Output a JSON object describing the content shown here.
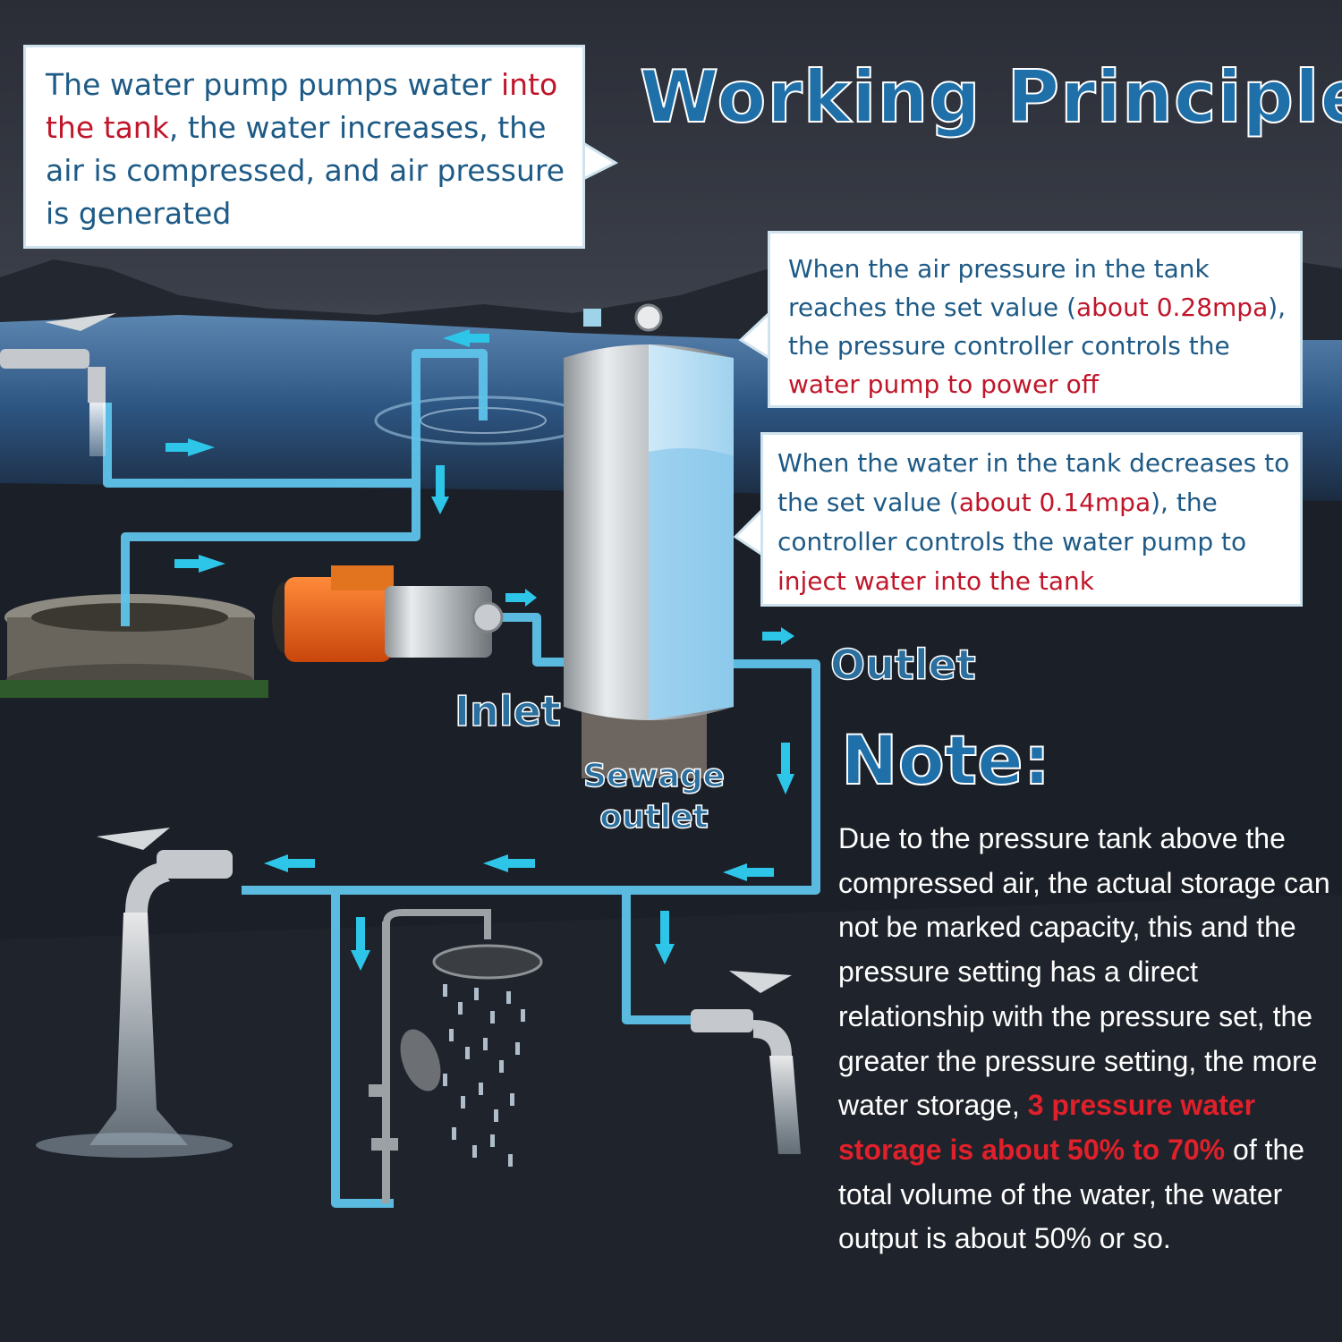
{
  "title": "Working Principle",
  "callout_fill": {
    "before": "The water pump pumps water ",
    "highlight": "into the tank",
    "after": ", the water increases, the air is compressed, and air pressure is generated"
  },
  "callout_power_off": {
    "before": "When the air pressure in the tank reaches the set value (",
    "highlight1": "about 0.28mpa",
    "middle": "), the pressure controller controls the ",
    "highlight2": "water pump to power off"
  },
  "callout_inject": {
    "before": "When the water in the tank decreases to the set value (",
    "highlight1": "about 0.14mpa",
    "middle": "), the controller controls the water pump to ",
    "highlight2": "inject water into the tank"
  },
  "labels": {
    "inlet": "Inlet",
    "outlet": "Outlet",
    "sewage_outlet": "Sewage outlet"
  },
  "note": {
    "heading": "Note:",
    "before": "Due to the pressure tank above the compressed air, the actual storage can not be marked capacity, this and the pressure setting has a direct relationship with the pressure set, the greater the pressure setting, the more water storage, ",
    "highlight": "3 pressure water storage is about 50% to 70%",
    "after": " of the total volume of the water, the water output is about 50% or so."
  },
  "colors": {
    "highlight_red": "#c0162a",
    "text_blue": "#1d5a86",
    "pipe_blue": "#5fc3ea",
    "arrow_cyan": "#2ec6e8",
    "title_blue": "#1f6fa8"
  },
  "icons": [
    "faucet-icon",
    "water-pump-icon",
    "pressure-tank-icon",
    "well-icon",
    "shower-icon",
    "flow-arrow-icon"
  ]
}
